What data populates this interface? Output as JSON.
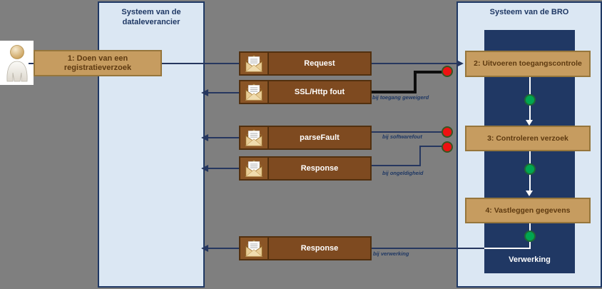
{
  "left_panel": {
    "title_line1": "Systeem van de",
    "title_line2": "dataleverancier"
  },
  "bro_panel": {
    "title": "Systeem van de BRO",
    "inner_label": "Verwerking"
  },
  "actor_step": {
    "line1": "1: Doen van een",
    "line2": "registratieverzoek"
  },
  "bro_steps": [
    {
      "label": "2: Uitvoeren toegangscontrole"
    },
    {
      "label": "3:  Controleren verzoek"
    },
    {
      "label": "4: Vastleggen gegevens"
    }
  ],
  "messages": [
    {
      "label": "Request"
    },
    {
      "label": "SSL/Http fout",
      "condition": "bij toegang geweigerd"
    },
    {
      "label": "parseFault",
      "condition": "bij softwarefout"
    },
    {
      "label": "Response",
      "condition": "bij ongeldigheid"
    },
    {
      "label": "Response",
      "condition": "bij verwerking"
    }
  ],
  "colors": {
    "background": "#7f7f7f",
    "panel_fill": "#dbe7f3",
    "panel_border": "#1f3864",
    "inner_block": "#203864",
    "step_fill": "#c69c60",
    "message_fill": "#7e4a20",
    "error_dot": "#ee1111",
    "success_dot": "#00a651",
    "line": "#26375f"
  }
}
